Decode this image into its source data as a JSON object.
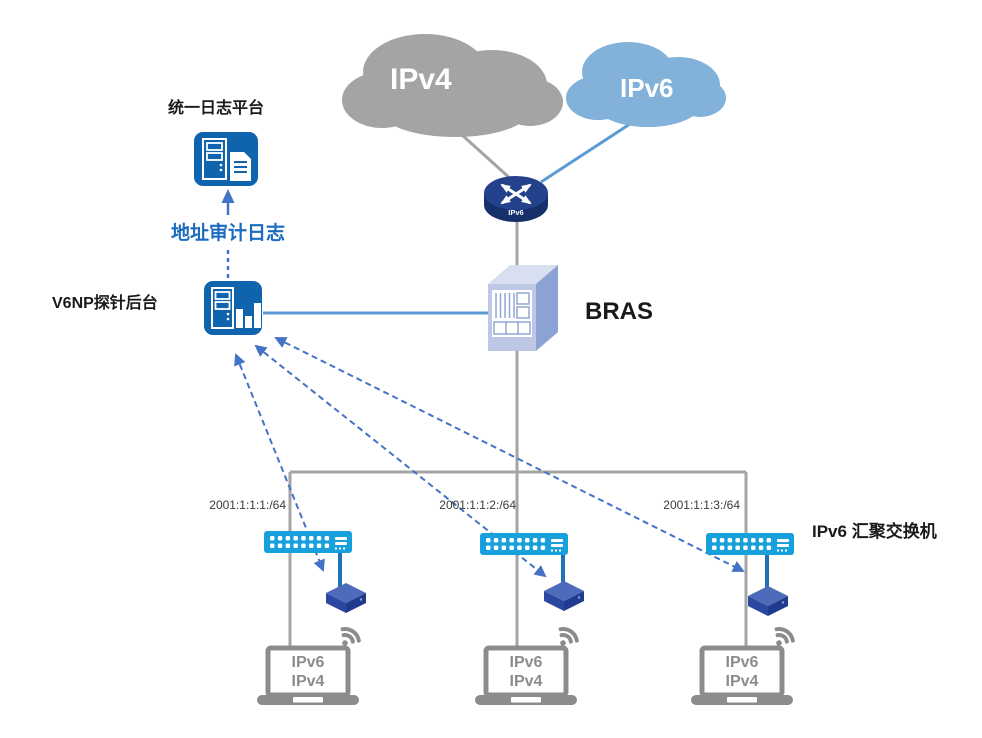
{
  "labels": {
    "log_platform": "统一日志平台",
    "audit_log": "地址审计日志",
    "probe": "V6NP探针后台",
    "bras": "BRAS",
    "agg_switch": "IPv6 汇聚交换机"
  },
  "clouds": {
    "ipv4": "IPv4",
    "ipv6": "IPv6"
  },
  "router": {
    "label": "IPv6"
  },
  "subnets": [
    "2001:1:1:1:/64",
    "2001:1:1:2:/64",
    "2001:1:1:3:/64"
  ],
  "laptop_lines": [
    "IPv6",
    "IPv4"
  ],
  "colors": {
    "icon_blue": "#1064AE",
    "switch_cyan": "#17A0DB",
    "dashed_blue": "#4472C4",
    "link_blue": "#5B9BD5",
    "line_gray": "#A4A4A4",
    "cloud_gray": "#A4A4A4",
    "cloud_blue": "#82B1DA",
    "router_navy": "#24418C",
    "device_navy": "#2B479F",
    "laptop_gray": "#8C8C8C",
    "audit_text_blue": "#1B6BC0"
  }
}
